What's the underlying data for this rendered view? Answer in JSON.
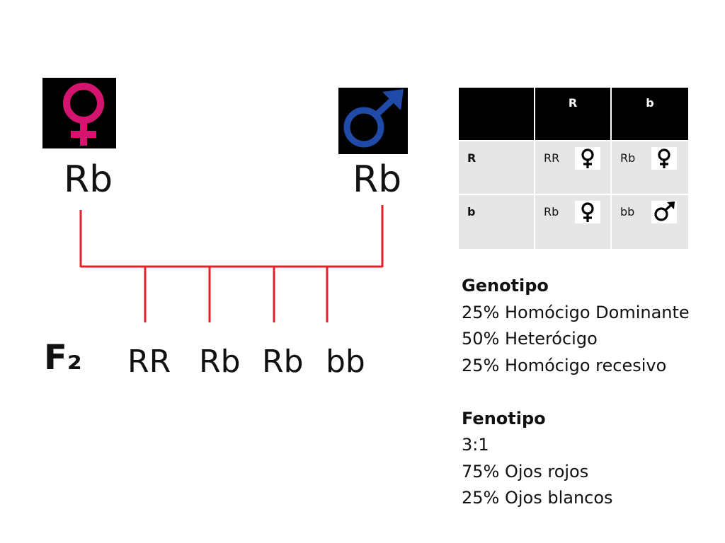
{
  "parents": {
    "female": {
      "genotype": "Rb",
      "symbol_color": "#d4146e",
      "icon": "female-symbol-icon"
    },
    "male": {
      "genotype": "Rb",
      "symbol_color": "#1f4aa8",
      "icon": "male-symbol-icon"
    }
  },
  "cross_line_color": "#e0202a",
  "f2": {
    "label": "F₂",
    "offspring": [
      "RR",
      "Rb",
      "Rb",
      "bb"
    ]
  },
  "punnett": {
    "col_headers": [
      "R",
      "b"
    ],
    "rows": [
      {
        "header": "R",
        "cells": [
          {
            "genotype": "RR",
            "sex": "female"
          },
          {
            "genotype": "Rb",
            "sex": "female"
          }
        ]
      },
      {
        "header": "b",
        "cells": [
          {
            "genotype": "Rb",
            "sex": "female"
          },
          {
            "genotype": "bb",
            "sex": "male"
          }
        ]
      }
    ]
  },
  "genotipo": {
    "heading": "Genotipo",
    "lines": [
      "25% Homócigo Dominante",
      "50% Heterócigo",
      "25% Homócigo recesivo"
    ]
  },
  "fenotipo": {
    "heading": "Fenotipo",
    "lines": [
      "3:1",
      "75% Ojos rojos",
      "25% Ojos blancos"
    ]
  }
}
